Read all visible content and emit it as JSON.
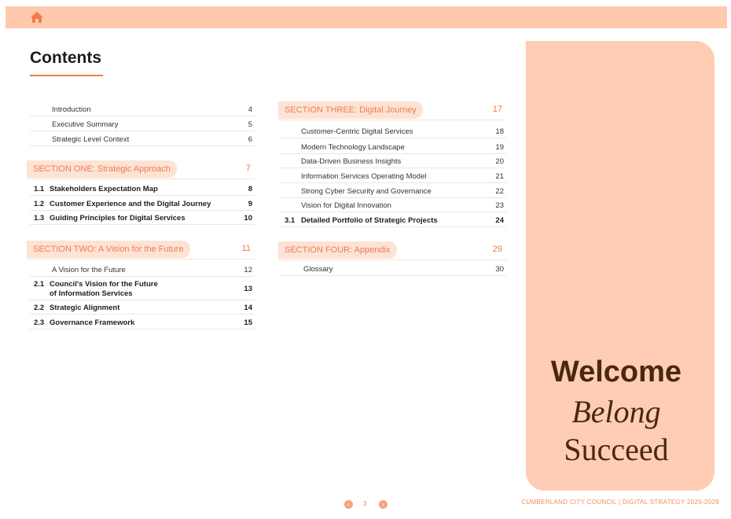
{
  "title": "Contents",
  "left": {
    "intro": [
      {
        "label": "Introduction",
        "page": "4"
      },
      {
        "label": "Executive Summary",
        "page": "5"
      },
      {
        "label": "Strategic Level Context",
        "page": "6"
      }
    ],
    "section_one": {
      "label": "SECTION ONE: Strategic Approach",
      "page": "7",
      "items": [
        {
          "num": "1.1",
          "label": "Stakeholders Expectation Map",
          "page": "8"
        },
        {
          "num": "1.2",
          "label": "Customer Experience and the Digital Journey",
          "page": "9"
        },
        {
          "num": "1.3",
          "label": "Guiding Principles for Digital Services",
          "page": "10"
        }
      ]
    },
    "section_two": {
      "label": "SECTION TWO: A Vision for the Future",
      "page": "11",
      "intro": {
        "label": "A Vision for the Future",
        "page": "12"
      },
      "items": [
        {
          "num": "2.1",
          "label": "Council's Vision for the Future",
          "label2": "of Information Services",
          "page": "13"
        },
        {
          "num": "2.2",
          "label": "Strategic Alignment",
          "page": "14"
        },
        {
          "num": "2.3",
          "label": "Governance Framework",
          "page": "15"
        }
      ]
    }
  },
  "right": {
    "section_three": {
      "label": "SECTION THREE: Digital Journey",
      "page": "17",
      "items": [
        {
          "label": "Customer-Centric Digital Services",
          "page": "18"
        },
        {
          "label": "Modern Technology Landscape",
          "page": "19"
        },
        {
          "label": "Data-Driven Business Insights",
          "page": "20"
        },
        {
          "label": "Information Services Operating Model",
          "page": "21"
        },
        {
          "label": "Strong Cyber Security and Governance",
          "page": "22"
        },
        {
          "label": "Vision for Digital Innovation",
          "page": "23"
        }
      ],
      "bold": {
        "num": "3.1",
        "label": "Detailed Portfolio of Strategic Projects",
        "page": "24"
      }
    },
    "section_four": {
      "label": "SECTION FOUR: Appendix",
      "page": "29",
      "items": [
        {
          "label": "Glossary",
          "page": "30"
        }
      ]
    }
  },
  "panel": {
    "line1": "Welcome",
    "line2": "Belong",
    "line3": "Succeed"
  },
  "footer": {
    "text": "CUMBERLAND CITY COUNCIL  |  DIGITAL STRATEGY 2025-2029",
    "page": "3",
    "prev": "‹",
    "next": "›"
  },
  "colors": {
    "accent": "#f07c4a",
    "topbar": "#ffc9ae",
    "panel": "#ffcdb4",
    "pill": "#fde3d5",
    "panel_text": "#4a2810"
  }
}
